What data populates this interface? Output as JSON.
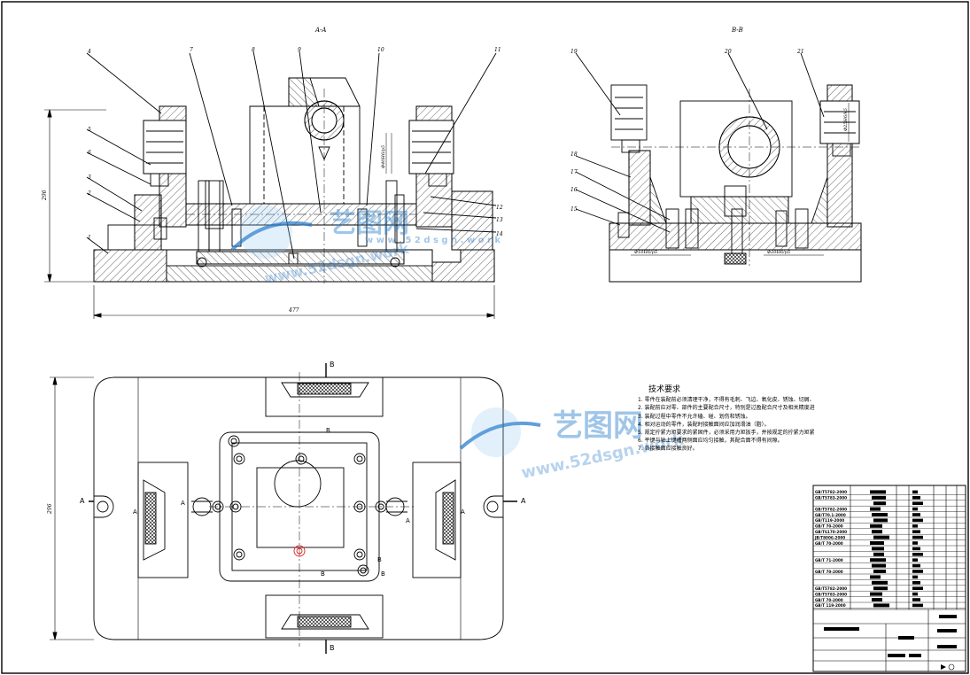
{
  "views": {
    "section_a": "A-A",
    "section_b": "B-B"
  },
  "cut_marks": {
    "A": "A",
    "B": "B"
  },
  "dimensions": {
    "overall_width": "477",
    "overall_height_front": "296",
    "plan_height": "296",
    "fit_left_b": "Φ10H6/p5",
    "fit_right_b": "Φ20H6/p5",
    "fit_vertical_1": "Φ40H6/p5",
    "fit_vertical_2": "Φ25H6/k5"
  },
  "callouts_a": [
    "4",
    "5",
    "6",
    "3",
    "2",
    "1",
    "7",
    "8",
    "9",
    "10",
    "11",
    "12",
    "13",
    "14"
  ],
  "callouts_b": [
    "19",
    "20",
    "21",
    "18",
    "17",
    "16",
    "15"
  ],
  "watermark": {
    "brand": "艺图网",
    "url1": "www.52dsgn.work",
    "url2": "w w w . 5 2 d s g n . w o r k"
  },
  "tech_requirements": {
    "title": "技术要求",
    "items": [
      "1. 零件在装配前必须清理干净，不得有毛刺、飞边、氧化皮、锈蚀、切屑、油污和灰尘等。",
      "2. 装配前应对零、部件的主要配合尺寸，特别是过盈配合尺寸及相关精度进行复查。",
      "3. 装配过程中零件不允许磕、碰、划伤和锈蚀。",
      "4. 相对运动的零件，装配时接触面间应加润滑油（脂）。",
      "5. 规定拧紧力矩要求的紧固件，必须采用力矩扳手，并按规定的拧紧力矩紧固。",
      "6. 平键与轴上键槽两侧面应均匀接触，其配合面不得有间隙。",
      "7. 各接触面应接触良好。"
    ]
  },
  "bom": [
    "GB/T5782-2000",
    "GB/T5783-2000",
    "",
    "GB/T5782-2000",
    "GB/T70.1-2000",
    "GB/T119-2000",
    "GB/T 70-2000",
    "GB/T6170-2000",
    "JB/T8006-2000",
    "GB/T 70-2000",
    "",
    "",
    "GB/T 71-2000",
    "",
    "GB/T 70-2000",
    "",
    "",
    "GB/T5782-2000",
    "GB/T5783-2000",
    "GB/T 70-2000",
    "GB/T 119-2000"
  ],
  "colors": {
    "line": "#000000",
    "hatch": "#000000",
    "watermark_blue": "#2b7fcc",
    "watermark_light": "#8fc2ee",
    "pin_red": "#d92020"
  }
}
